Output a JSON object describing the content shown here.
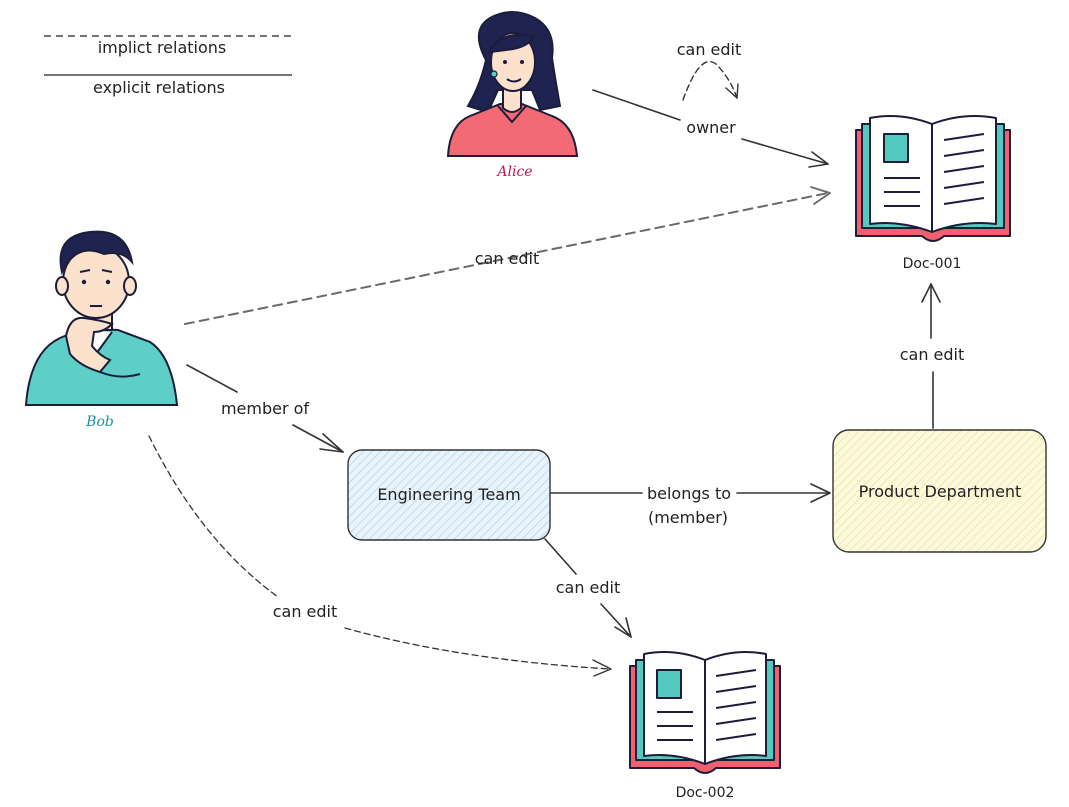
{
  "legend": {
    "implicit": "implict relations",
    "explicit": "explicit relations"
  },
  "actors": {
    "alice": "Alice",
    "bob": "Bob"
  },
  "documents": {
    "doc1": "Doc-001",
    "doc2": "Doc-002"
  },
  "groups": {
    "engineering": "Engineering Team",
    "product": "Product Department"
  },
  "edges": {
    "alice_owner": "owner",
    "alice_can_edit": "can edit",
    "bob_can_edit_doc1": "can edit",
    "bob_member_of": "member of",
    "bob_can_edit_doc2": "can edit",
    "team_belongs_to_1": "belongs to",
    "team_belongs_to_2": "(member)",
    "team_can_edit_doc2": "can edit",
    "product_can_edit_doc1": "can edit"
  },
  "colors": {
    "alice_shirt": "#f26b74",
    "alice_name": "#c2185b",
    "bob_shirt": "#5ecfc6",
    "bob_name": "#1a8fa0",
    "engineering_fill": "#dcebf7",
    "product_fill": "#fbf6cf",
    "book_teal": "#55c8c0",
    "book_red": "#f0606e",
    "ink": "#1c1d3a"
  }
}
